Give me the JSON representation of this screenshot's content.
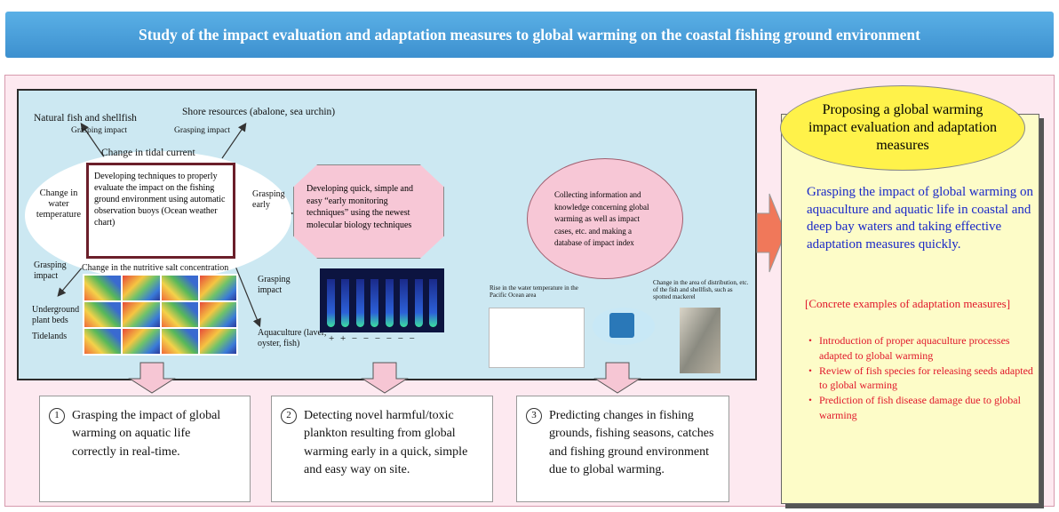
{
  "title": "Study of the impact evaluation and adaptation measures to global warming on the coastal fishing ground environment",
  "labels": {
    "natural_fish": "Natural fish and shellfish",
    "shore_resources": "Shore resources (abalone, sea urchin)",
    "grasping_impact_1": "Grasping impact",
    "grasping_impact_2": "Grasping impact",
    "tidal_current": "Change in tidal current",
    "water_temp": "Change in water temperature",
    "grasping_early": "Grasping early",
    "grasping_impact_3": "Grasping impact",
    "nutritive_salt": "Change in the nutritive salt concentration",
    "grasping_impact_4": "Grasping impact",
    "underground": "Underground plant beds",
    "tidelands": "Tidelands",
    "aquaculture": "Aquaculture (laver, oyster, fish)",
    "tube_marks": "+ + − − − − − −",
    "rise_water": "Rise in the water temperature in the Pacific Ocean area",
    "change_area": "Change in the area of distribution, etc. of the fish and shellfish, such as spotted mackerel"
  },
  "boxes": {
    "develop_eval": "Developing techniques to properly evaluate the impact on the fishing ground environment using automatic observation buoys (Ocean weather chart)",
    "develop_quick": "Developing quick, simple and easy “early monitoring techniques” using the newest molecular biology techniques",
    "collecting": "Collecting information and knowledge concerning global warming as well as impact cases, etc. and making a database of impact index"
  },
  "outcomes": [
    {
      "num": "1",
      "text": "Grasping the impact of global warming on aquatic life correctly in real-time."
    },
    {
      "num": "2",
      "text": "Detecting novel harmful/toxic plankton resulting from global warming early in a quick, simple and easy way on site."
    },
    {
      "num": "3",
      "text": "Predicting changes in fishing grounds, fishing seasons, catches and fishing ground environment due to global warming."
    }
  ],
  "side": {
    "oval": "Proposing a global warming impact evaluation and adaptation measures",
    "blue": "Grasping the impact of global warming on aquaculture and aquatic life in coastal and deep bay waters and taking effective adaptation measures quickly.",
    "red_head": "[Concrete examples of adaptation measures]",
    "bullet": "・",
    "items": [
      "Introduction of proper aquaculture processes adapted to global warming",
      "Review of fish species for releasing seeds adapted to global warming",
      "Prediction of fish disease damage due to global warming"
    ]
  },
  "colors": {
    "banner": "#4aa0dc",
    "outer": "#fde9f0",
    "panel": "#cce8f2",
    "arrow": "#f0785a",
    "side_box": "#fdfcc8",
    "side_oval": "#fff24a",
    "blue_text": "#1a28c8",
    "red_text": "#e0162a"
  }
}
